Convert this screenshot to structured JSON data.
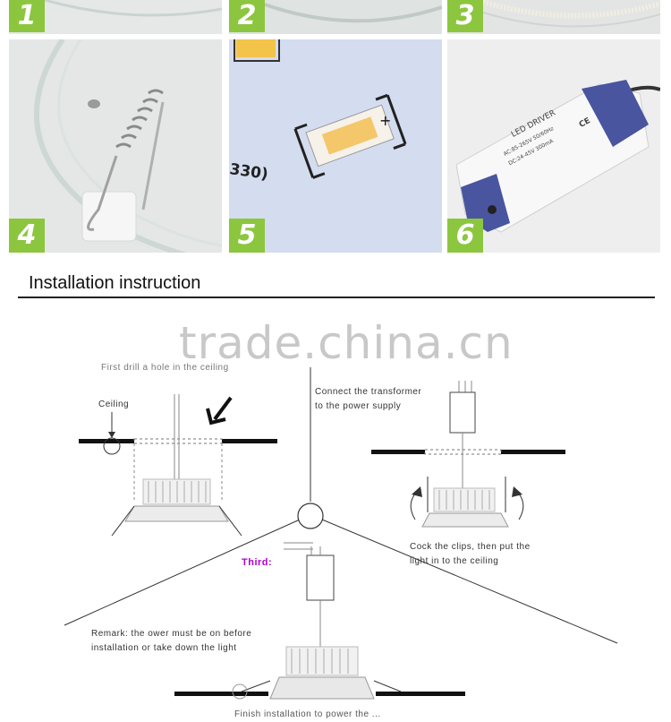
{
  "photos": [
    {
      "number": "1"
    },
    {
      "number": "2"
    },
    {
      "number": "3"
    },
    {
      "number": "4"
    },
    {
      "number": "5"
    },
    {
      "number": "6"
    }
  ],
  "section": {
    "title": "Installation instruction"
  },
  "watermark": "trade.china.cn",
  "steps": {
    "first_caption": "First drill a hole in the ceiling",
    "ceiling_label": "Ceiling",
    "second_line1": "Connect  the  transformer",
    "second_line2": "to the  power supply",
    "clips_line1": "Cock  the  clips,  then  put  the",
    "clips_line2": "light in to the ceiling",
    "third_label": "Third:",
    "remark_line1": "Remark:  the ower must be on before",
    "remark_line2": "installation or take down the light",
    "final_caption": "Finish installation to power the ..."
  },
  "led_board_marking": "330)",
  "led_polarity": "+",
  "driver": {
    "line1": "LED DRIVER",
    "line2": "AC:85-265V  50/60Hz",
    "line3": "DC:24-45V  300mA",
    "cert": "CE"
  }
}
